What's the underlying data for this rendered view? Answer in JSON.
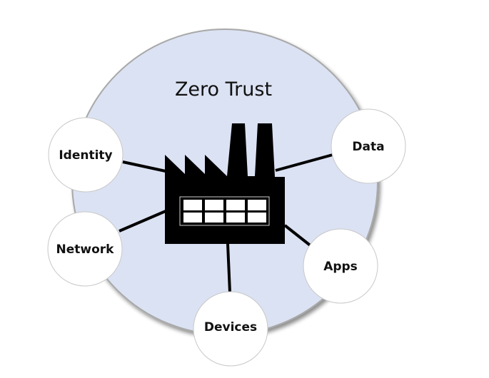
{
  "diagram": {
    "title": "Zero Trust",
    "center": {
      "label": "factory",
      "icon": "factory-icon"
    },
    "nodes": [
      {
        "id": "identity",
        "label": "Identity"
      },
      {
        "id": "network",
        "label": "Network"
      },
      {
        "id": "data",
        "label": "Data"
      },
      {
        "id": "apps",
        "label": "Apps"
      },
      {
        "id": "devices",
        "label": "Devices"
      }
    ],
    "edges": [
      {
        "from": "factory",
        "to": "identity"
      },
      {
        "from": "factory",
        "to": "network"
      },
      {
        "from": "factory",
        "to": "data"
      },
      {
        "from": "factory",
        "to": "apps"
      },
      {
        "from": "factory",
        "to": "devices"
      }
    ],
    "colors": {
      "outer_fill": "#dbe2f3",
      "outer_stroke": "#9a9a9a",
      "node_fill": "#ffffff",
      "node_stroke": "#c8c8c8",
      "factory": "#000000",
      "edge": "#000000"
    }
  }
}
